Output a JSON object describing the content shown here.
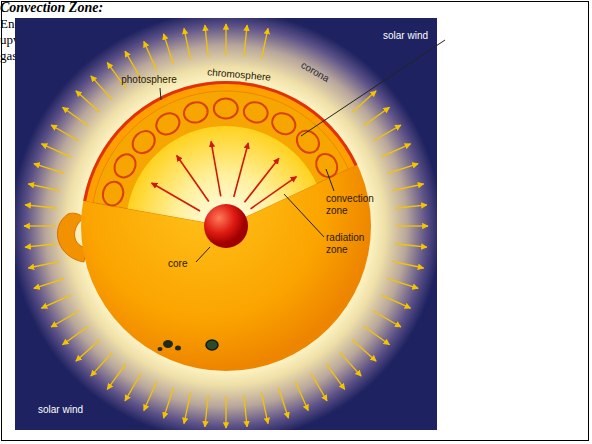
{
  "diagram": {
    "labels": [
      "solar wind",
      "corona",
      "photosphere",
      "chromosphere",
      "convection zone",
      "radiation zone",
      "core",
      "solar wind",
      "Convection Zone:",
      "Energy transported upward by rising hot gas"
    ]
  }
}
